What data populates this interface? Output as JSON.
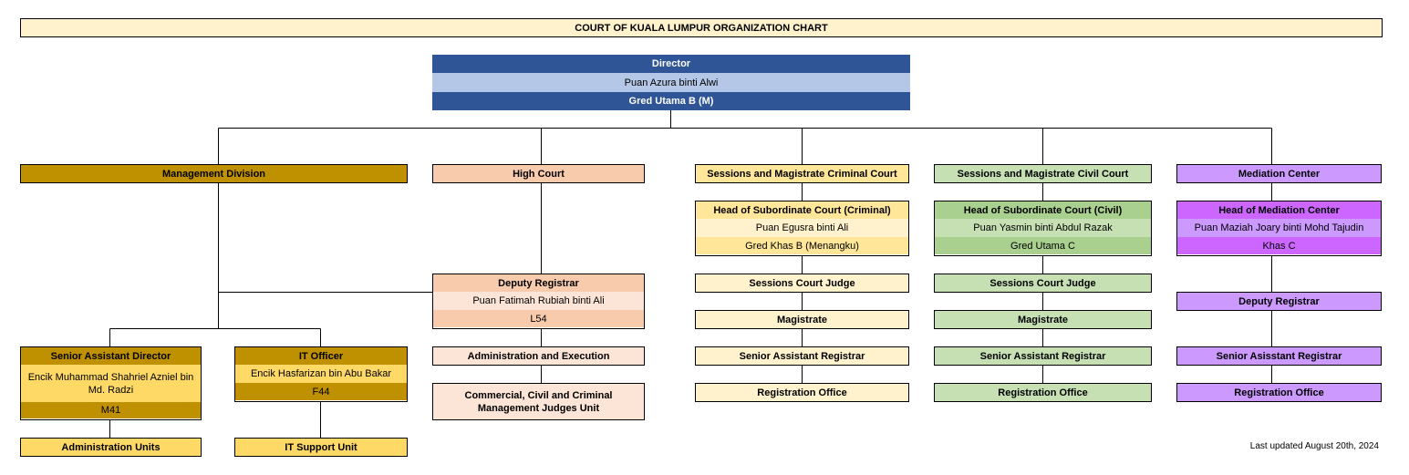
{
  "title": "COURT OF KUALA LUMPUR ORGANIZATION CHART",
  "director": {
    "role": "Director",
    "name": "Puan Azura binti Alwi",
    "grade": "Gred Utama B (M)"
  },
  "management": {
    "label": "Management Division",
    "senior_assistant_director": {
      "role": "Senior Assistant Director",
      "name": "Encik Muhammad Shahriel Azniel bin Md. Radzi",
      "grade": "M41"
    },
    "it_officer": {
      "role": "IT Officer",
      "name": "Encik Hasfarizan bin Abu Bakar",
      "grade": "F44"
    },
    "administration_units": "Administration Units",
    "it_support_unit": "IT Support Unit"
  },
  "high_court": {
    "label": "High Court",
    "deputy_registrar": {
      "role": "Deputy Registrar",
      "name": "Puan Fatimah Rubiah binti Ali",
      "grade": "L54"
    },
    "admin_execution": "Administration and Execution",
    "judges_unit": "Commercial, Civil and Criminal Management Judges Unit"
  },
  "criminal": {
    "label": "Sessions and Magistrate Criminal Court",
    "head": {
      "role": "Head of Subordinate Court (Criminal)",
      "name": "Puan Egusra binti Ali",
      "grade": "Gred Khas B (Menangku)"
    },
    "sessions_judge": "Sessions Court Judge",
    "magistrate": "Magistrate",
    "senior_registrar": "Senior Assistant Registrar",
    "registration_office": "Registration Office"
  },
  "civil": {
    "label": "Sessions and Magistrate Civil Court",
    "head": {
      "role": "Head of Subordinate Court (Civil)",
      "name": "Puan Yasmin binti Abdul Razak",
      "grade": "Gred Utama C"
    },
    "sessions_judge": "Sessions Court Judge",
    "magistrate": "Magistrate",
    "senior_registrar": "Senior Assistant Registrar",
    "registration_office": "Registration Office"
  },
  "mediation": {
    "label": "Mediation Center",
    "head": {
      "role": "Head of Mediation Center",
      "name": "Puan Maziah Joary binti Mohd Tajudin",
      "grade": "Khas C"
    },
    "deputy_registrar": "Deputy Registrar",
    "senior_registrar": "Senior Asisstant Registrar",
    "registration_office": "Registration Office"
  },
  "footer": "Last updated August 20th, 2024",
  "colors": {
    "title_bg": "#fff2cc",
    "director_dark": "#2f5597",
    "director_light": "#b4c7e7",
    "management": "#bf9000",
    "management_light": "#ffd966",
    "high_court": "#f8cbad",
    "high_court_light": "#fce4d6",
    "criminal": "#ffe699",
    "criminal_light": "#fff2cc",
    "civil": "#a9d08e",
    "civil_light": "#c6e0b4",
    "mediation_dark": "#cc66ff",
    "mediation_light": "#cc99ff"
  }
}
